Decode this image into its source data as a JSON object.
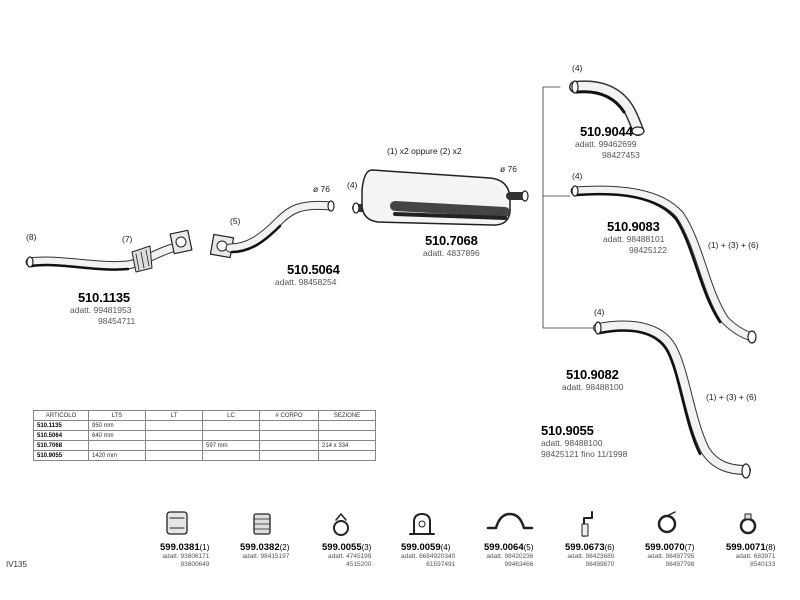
{
  "parts": {
    "p5101135": {
      "code": "510.1135",
      "ref_lines": [
        "adatt. 99481953",
        "98454711"
      ]
    },
    "p5105064": {
      "code": "510.5064",
      "ref_lines": [
        "adatt. 98458254"
      ]
    },
    "p5107068": {
      "code": "510.7068",
      "ref_lines": [
        "adatt. 4837896"
      ]
    },
    "p5109044": {
      "code": "510.9044",
      "ref_lines": [
        "adatt. 99462699",
        "98427453"
      ]
    },
    "p5109083": {
      "code": "510.9083",
      "ref_lines": [
        "adatt. 98488101",
        "98425122"
      ]
    },
    "p5109082": {
      "code": "510.9082",
      "ref_lines": [
        "adatt. 98488100"
      ]
    },
    "p5109055": {
      "code": "510.9055",
      "ref_lines": [
        "adatt. 98488100",
        "98425121  fino  11/1998"
      ]
    }
  },
  "callouts": {
    "c8": "(8)",
    "c7": "(7)",
    "c5": "(5)",
    "c4a": "(4)",
    "c4b": "(4)",
    "c4c": "(4)",
    "c4d": "(4)",
    "d76a": "ø 76",
    "d76b": "ø 76",
    "muffler_note": "(1) x2 oppure (2) x2",
    "combo1": "(1) + (3) + (6)",
    "combo2": "(1) + (3) + (6)"
  },
  "table": {
    "headers": [
      "ARTICOLO",
      "LTS",
      "LT",
      "LC",
      "# CORPO",
      "SEZIONE"
    ],
    "rows": [
      [
        "510.1135",
        "950  mm",
        "",
        "",
        "",
        ""
      ],
      [
        "510.5064",
        "640  mm",
        "",
        "",
        "",
        ""
      ],
      [
        "510.7068",
        "",
        "",
        "597  mm",
        "",
        "214  x  334"
      ],
      [
        "510.9055",
        "1420  mm",
        "",
        "",
        "",
        ""
      ]
    ]
  },
  "accessories": [
    {
      "code": "599.0381",
      "key": "(1)",
      "refs": [
        "adatt. 93806171",
        "93800649"
      ]
    },
    {
      "code": "599.0382",
      "key": "(2)",
      "refs": [
        "adatt. 98415197"
      ]
    },
    {
      "code": "599.0055",
      "key": "(3)",
      "refs": [
        "adatt. 4745199",
        "4515200"
      ]
    },
    {
      "code": "599.0059",
      "key": "(4)",
      "refs": [
        "adatt. 6684920340",
        "61597491"
      ]
    },
    {
      "code": "599.0064",
      "key": "(5)",
      "refs": [
        "adatt. 98420236",
        "99463466"
      ]
    },
    {
      "code": "599.0673",
      "key": "(6)",
      "refs": [
        "adatt. 98423680",
        "98499870"
      ]
    },
    {
      "code": "599.0070",
      "key": "(7)",
      "refs": [
        "adatt. 98497795",
        "98497798"
      ]
    },
    {
      "code": "599.0071",
      "key": "(8)",
      "refs": [
        "adatt. 683971",
        "8540133"
      ]
    }
  ],
  "page_ref": "IV135"
}
